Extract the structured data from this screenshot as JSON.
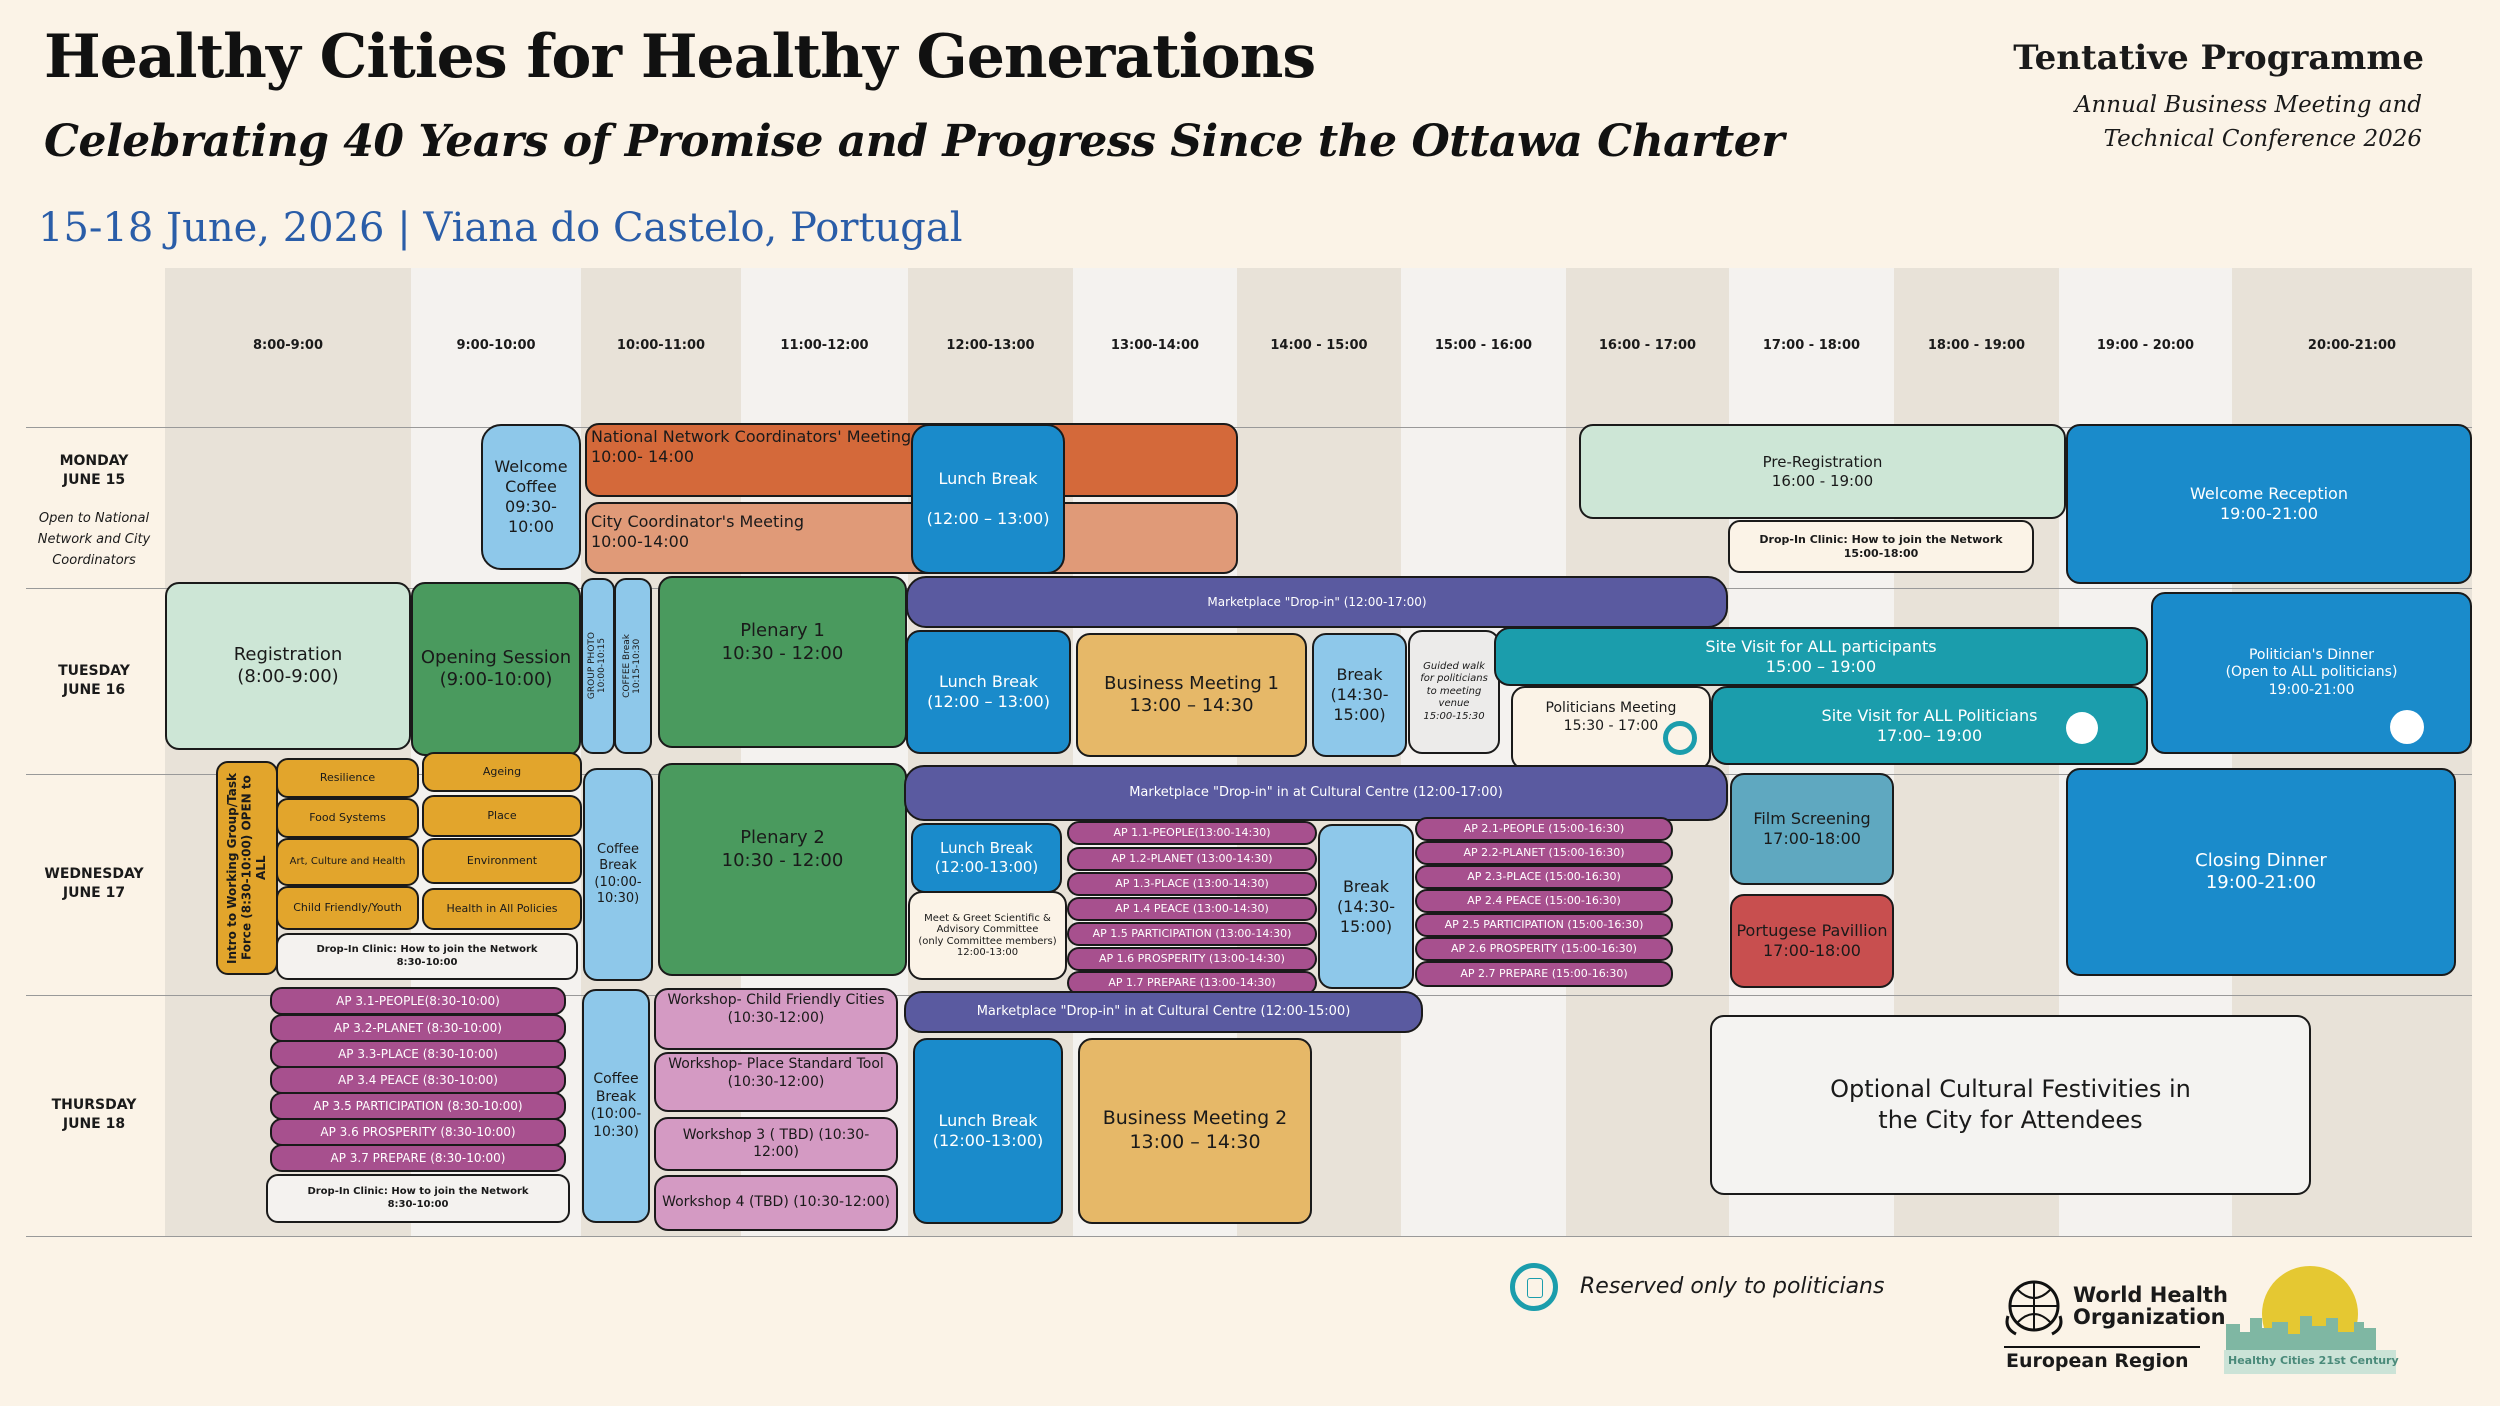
{
  "header": {
    "title": "Healthy Cities for Healthy Generations",
    "subtitle": "Celebrating 40 Years of Promise and Progress Since the Ottawa Charter",
    "date_location": "15-18 June, 2026 | Viana do Castelo, Portugal",
    "programme_label": "Tentative Programme",
    "programme_sub1": "Annual Business Meeting and",
    "programme_sub2": "Technical Conference 2026"
  },
  "time_slots": [
    "8:00-9:00",
    "9:00-10:00",
    "10:00-11:00",
    "11:00-12:00",
    "12:00-13:00",
    "13:00-14:00",
    "14:00 - 15:00",
    "15:00 - 16:00",
    "16:00 - 17:00",
    "17:00 - 18:00",
    "18:00 - 19:00",
    "19:00 - 20:00",
    "20:00-21:00"
  ],
  "days": {
    "mon": {
      "label": "MONDAY\nJUNE 15",
      "note": "Open to National Network and City Coordinators"
    },
    "tue": {
      "label": "TUESDAY\nJUNE 16"
    },
    "wed": {
      "label": "WEDNESDAY\nJUNE 17"
    },
    "thu": {
      "label": "THURSDAY\nJUNE 18"
    }
  },
  "monday": {
    "welcome_coffee": "Welcome Coffee 09:30-10:00",
    "nnc_meeting": "National Network Coordinators' Meeting\n10:00- 14:00",
    "cc_meeting": "City Coordinator's Meeting\n10:00-14:00",
    "lunch": "Lunch Break\n\n(12:00 – 13:00)",
    "preregistration": "Pre-Registration\n16:00 - 19:00",
    "dropin": "Drop-In Clinic: How to join the Network\n15:00-18:00",
    "welcome_reception": "Welcome Reception\n19:00-21:00"
  },
  "tuesday": {
    "registration": "Registration\n(8:00-9:00)",
    "opening": "Opening Session\n(9:00-10:00)",
    "group_photo": "GROUP PHOTO\n10:00-10:15",
    "coffee_break": "COFFEE Break\n10:15-10:30",
    "plenary1": "Plenary 1\n10:30 - 12:00",
    "marketplace": "Marketplace \"Drop-in\" (12:00-17:00)",
    "lunch": "Lunch Break\n(12:00 – 13:00)",
    "business1": "Business Meeting 1\n13:00 – 14:30",
    "break": "Break\n(14:30-\n15:00)",
    "guided_walk": "Guided walk for politicians to meeting venue\n15:00-15:30",
    "site_visit_all": "Site Visit for ALL participants\n15:00 – 19:00",
    "politicians_meeting": "Politicians Meeting\n15:30 - 17:00",
    "site_visit_politicians": "Site Visit for ALL Politicians\n17:00– 19:00",
    "politicians_dinner": "Politician's Dinner\n(Open to ALL politicians)\n19:00-21:00"
  },
  "wednesday": {
    "intro_wg": "Intro to Working Group/Task Force (8:30-10:00) OPEN to ALL",
    "left_topics": [
      "Resilience",
      "Food Systems",
      "Art, Culture and Health",
      "Child Friendly/Youth"
    ],
    "right_topics": [
      "Ageing",
      "Place",
      "Environment",
      "Health in All Policies"
    ],
    "dropin": "Drop-In Clinic: How to join the Network\n8:30-10:00",
    "coffee": "Coffee Break\n(10:00-\n10:30)",
    "plenary2": "Plenary 2\n10:30 - 12:00",
    "marketplace": "Marketplace \"Drop-in\" in at Cultural Centre (12:00-17:00)",
    "lunch": "Lunch Break\n(12:00-13:00)",
    "meet_greet": "Meet & Greet Scientific & Advisory Committee\n(only Committee members)\n12:00-13:00",
    "ap1": [
      "AP 1.1-PEOPLE(13:00-14:30)",
      "AP 1.2-PLANET (13:00-14:30)",
      "AP 1.3-PLACE (13:00-14:30)",
      "AP 1.4 PEACE (13:00-14:30)",
      "AP 1.5 PARTICIPATION (13:00-14:30)",
      "AP 1.6 PROSPERITY (13:00-14:30)",
      "AP 1.7 PREPARE (13:00-14:30)"
    ],
    "break": "Break\n(14:30-\n15:00)",
    "ap2": [
      "AP 2.1-PEOPLE (15:00-16:30)",
      "AP 2.2-PLANET (15:00-16:30)",
      "AP 2.3-PLACE (15:00-16:30)",
      "AP 2.4 PEACE (15:00-16:30)",
      "AP 2.5 PARTICIPATION (15:00-16:30)",
      "AP 2.6 PROSPERITY (15:00-16:30)",
      "AP 2.7 PREPARE (15:00-16:30)"
    ],
    "film": "Film Screening\n17:00-18:00",
    "pavillion": "Portugese  Pavillion\n17:00-18:00",
    "closing_dinner": "Closing Dinner\n19:00-21:00"
  },
  "thursday": {
    "ap3": [
      "AP 3.1-PEOPLE(8:30-10:00)",
      "AP 3.2-PLANET (8:30-10:00)",
      "AP 3.3-PLACE (8:30-10:00)",
      "AP 3.4 PEACE (8:30-10:00)",
      "AP 3.5 PARTICIPATION (8:30-10:00)",
      "AP 3.6 PROSPERITY (8:30-10:00)",
      "AP 3.7 PREPARE (8:30-10:00)"
    ],
    "dropin": "Drop-In Clinic: How to join the Network\n8:30-10:00",
    "coffee": "Coffee Break\n(10:00-\n10:30)",
    "workshops": [
      "Workshop- Child Friendly Cities\n(10:30-12:00)",
      "Workshop- Place Standard Tool\n(10:30-12:00)",
      "Workshop 3 ( TBD) (10:30-12:00)",
      "Workshop 4 (TBD) (10:30-12:00)"
    ],
    "marketplace": "Marketplace \"Drop-in\" in at Cultural Centre (12:00-15:00)",
    "lunch": "Lunch Break\n(12:00-13:00)",
    "business2": "Business Meeting 2\n13:00 – 14:30",
    "festivities": "Optional Cultural Festivities in\nthe City for Attendees"
  },
  "legend": {
    "text": "Reserved only to politicians",
    "color": "#1b9dac"
  },
  "logos": {
    "who_name": "World Health\nOrganization",
    "who_region": "European Region",
    "hc_label": "Healthy Cities 21st Century"
  },
  "colors": {
    "orange": "#d4693a",
    "salmon": "#e09a78",
    "blue": "#1a8bcb",
    "lightblue": "#8ec8ea",
    "purple": "#5a5aa0",
    "green": "#4a9a5e",
    "mint": "#cde6d6",
    "tan": "#e6b868",
    "magenta": "#a7508e",
    "pink": "#d49ac3",
    "teal": "#1b9dac",
    "gold": "#e2a52c",
    "red": "#c84f4f",
    "slate": "#5fa8c0",
    "cream": "#fbf3e7"
  }
}
